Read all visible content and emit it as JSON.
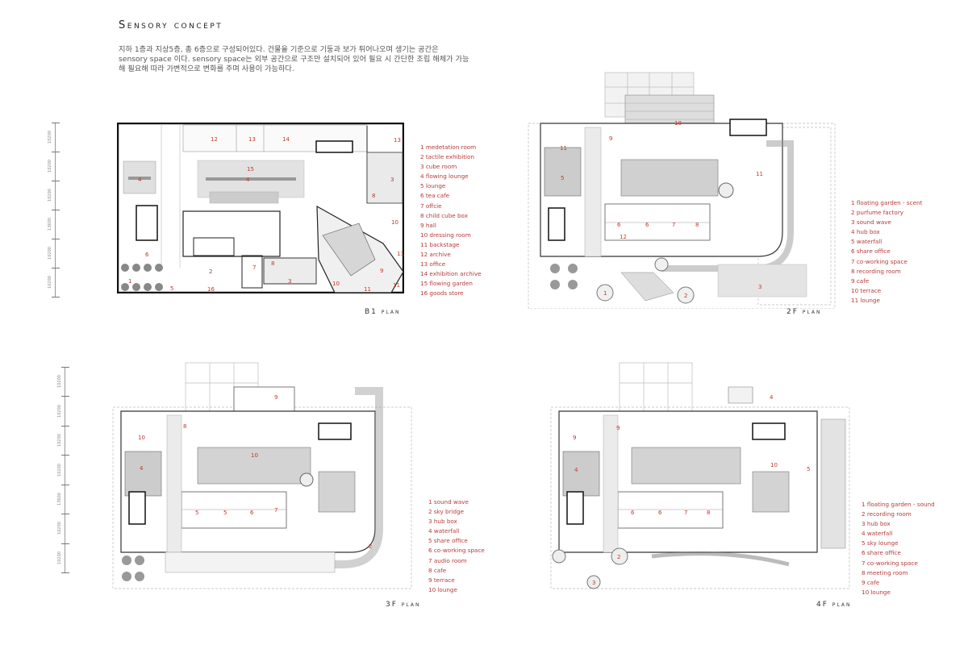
{
  "title": "Sensory concept",
  "description": [
    "지하 1층과 지상5층, 총 6층으로 구성되어있다. 건물을 기준으로 기둥과 보가 튀어나오며 생기는 공간은",
    "sensory space 이다. sensory space는 외부 공간으로 구조만 설치되어 있어 필요 시 간단한 조립 해체가 가능",
    "해 필요해 따라 가변적으로 변화를 주며 사용이 가능하다."
  ],
  "colors": {
    "accent": "#c0392b",
    "text": "#333333",
    "plan_grey": "#d9d9d9"
  },
  "plans": {
    "b1": {
      "label": "B1 plan",
      "dimensions": [
        "10200",
        "10200",
        "10200",
        "13600",
        "10200",
        "10200"
      ],
      "room_numbers": [
        "12",
        "13",
        "14",
        "13",
        "15",
        "4",
        "4",
        "3",
        "8",
        "10",
        "6",
        "1",
        "5",
        "2",
        "16",
        "7",
        "8",
        "3",
        "10",
        "11",
        "9",
        "11",
        "11"
      ],
      "legend": [
        "1 medetation room",
        "2 tactile exhibition",
        "3 cube room",
        "4 flowing lounge",
        "5 lounge",
        "6 tea cafe",
        "7 offcie",
        "8 child cube box",
        "9 hall",
        "10 dressing room",
        "11 backstage",
        "12 archive",
        "13 office",
        "14 exhibition archive",
        "15 flowing garden",
        "16 goods store"
      ]
    },
    "f2": {
      "label": "2F plan",
      "room_numbers": [
        "10",
        "9",
        "11",
        "11",
        "5",
        "6",
        "6",
        "7",
        "8",
        "12",
        "3",
        "1",
        "2"
      ],
      "legend": [
        "1 floating garden - scent",
        "2 purfume factory",
        "3 sound wave",
        "4 hub box",
        "5 waterfall",
        "6 share office",
        "7 co-working space",
        "8 recording room",
        "9 cafe",
        "10 terrace",
        "11 lounge"
      ]
    },
    "f3": {
      "label": "3F plan",
      "dimensions": [
        "10200",
        "10200",
        "10200",
        "10200",
        "13600",
        "10200",
        "10200"
      ],
      "room_numbers": [
        "9",
        "8",
        "10",
        "4",
        "10",
        "5",
        "5",
        "6",
        "7",
        "2"
      ],
      "legend": [
        "1 sound wave",
        "2 sky bridge",
        "3 hub box",
        "4 waterfall",
        "5 share office",
        "6 co-working space",
        "7 audio room",
        "8 cafe",
        "9 terrace",
        "10 lounge"
      ]
    },
    "f4": {
      "label": "4F plan",
      "room_numbers": [
        "4",
        "9",
        "9",
        "4",
        "10",
        "5",
        "6",
        "6",
        "7",
        "8",
        "2",
        "3"
      ],
      "legend": [
        "1 floating garden - sound",
        "2 recording room",
        "3 hub box",
        "4 waterfall",
        "5 sky lounge",
        "6 share office",
        "7 co-working space",
        "8 meeting room",
        "9 cafe",
        "10 lounge"
      ]
    }
  }
}
